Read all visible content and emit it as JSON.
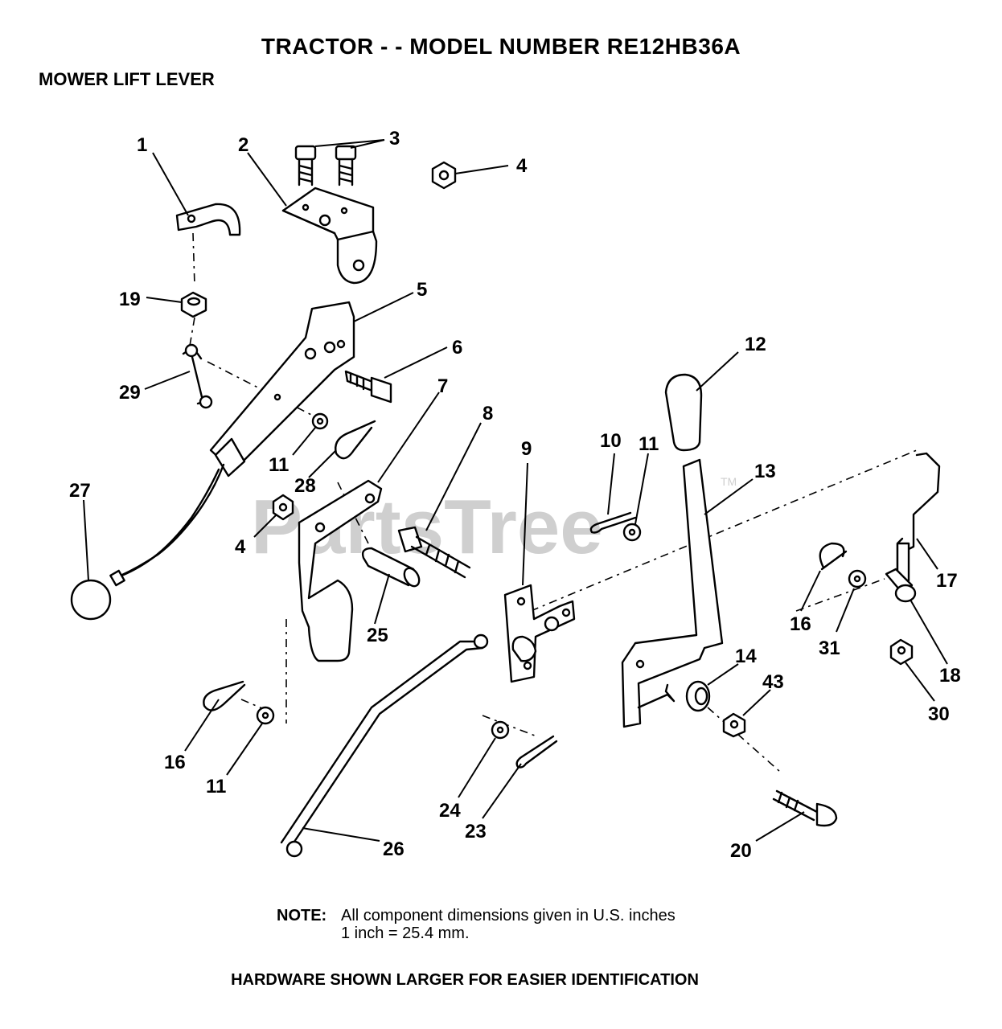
{
  "header": {
    "title": "TRACTOR - - MODEL NUMBER RE12HB36A",
    "subtitle": "MOWER LIFT LEVER"
  },
  "watermark": {
    "text": "PartsTree",
    "tm": "TM"
  },
  "callouts": [
    "1",
    "2",
    "3",
    "4",
    "19",
    "5",
    "6",
    "29",
    "7",
    "12",
    "8",
    "9",
    "10",
    "11",
    "13",
    "11",
    "28",
    "27",
    "4",
    "25",
    "17",
    "16",
    "31",
    "18",
    "14",
    "43",
    "30",
    "16",
    "11",
    "24",
    "23",
    "20",
    "26"
  ],
  "note": {
    "label": "NOTE:",
    "line1": "All component dimensions given in U.S. inches",
    "line2": "1 inch = 25.4 mm."
  },
  "footer": "HARDWARE SHOWN LARGER FOR EASIER IDENTIFICATION"
}
